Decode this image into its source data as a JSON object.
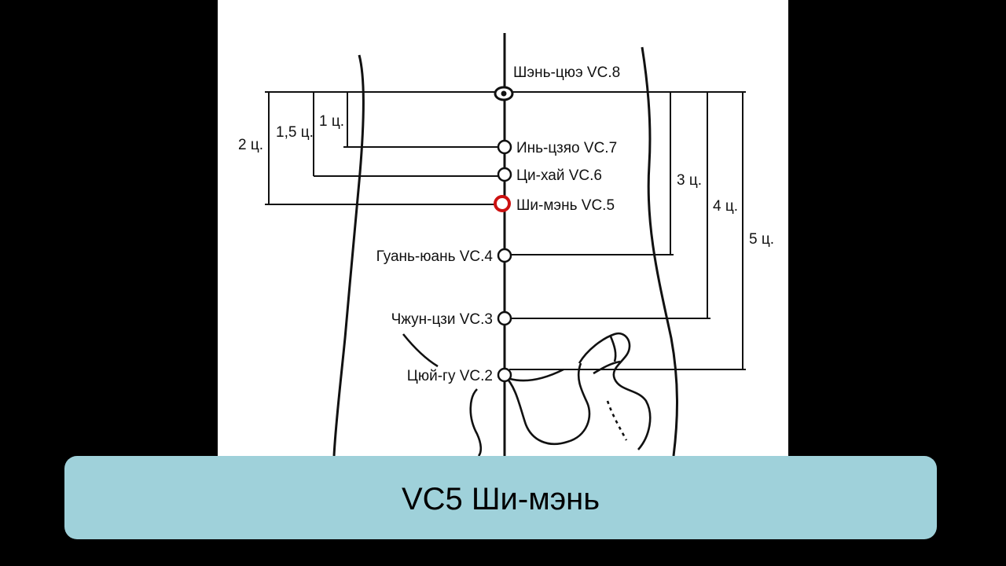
{
  "caption": "VC5 Ши-мэнь",
  "colors": {
    "background": "#000000",
    "image_background": "#ffffff",
    "banner": "#9fd1da",
    "highlight": "#cc1111",
    "line": "#111111"
  },
  "points": {
    "vc8": "Шэнь-цюэ VC.8",
    "vc7": "Инь-цзяо VC.7",
    "vc6": "Ци-хай VC.6",
    "vc5": "Ши-мэнь VC.5",
    "vc4": "Гуань-юань VC.4",
    "vc3": "Чжун-цзи VC.3",
    "vc2": "Цюй-гу VC.2"
  },
  "highlighted_point": "vc5",
  "measures": {
    "m1": "1 ц.",
    "m1_5": "1,5 ц.",
    "m2": "2 ц.",
    "m3": "3 ц.",
    "m4": "4 ц.",
    "m5": "5 ц."
  }
}
